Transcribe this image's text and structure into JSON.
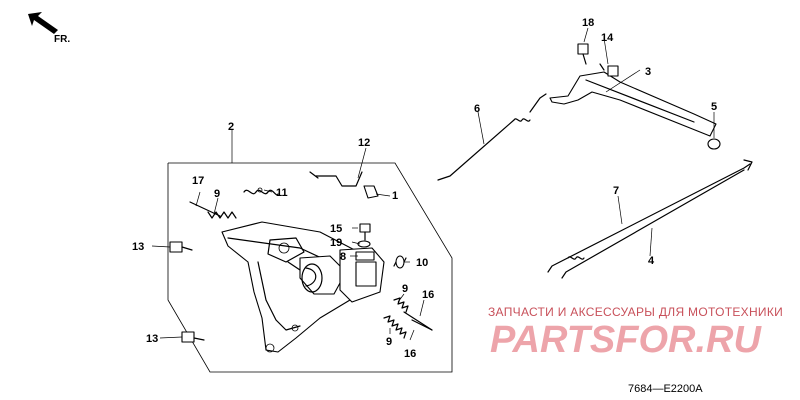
{
  "orientation": {
    "arrow_label": "FR."
  },
  "callouts": {
    "c1": "1",
    "c2": "2",
    "c3": "3",
    "c4": "4",
    "c5": "5",
    "c6": "6",
    "c7": "7",
    "c8": "8",
    "c9a": "9",
    "c9b": "9",
    "c9c": "9",
    "c10": "10",
    "c11": "11",
    "c12": "12",
    "c13a": "13",
    "c13b": "13",
    "c14": "14",
    "c15": "15",
    "c16a": "16",
    "c16b": "16",
    "c17": "17",
    "c18": "18",
    "c19": "19"
  },
  "diagram_code": "7684—E2200A",
  "watermark": {
    "tagline": "ЗАПЧАСТИ И АКСЕССУАРЫ ДЛЯ МОТОТЕХНИКИ",
    "logo": "PARTSFOR.RU",
    "color": "#e05a66"
  }
}
